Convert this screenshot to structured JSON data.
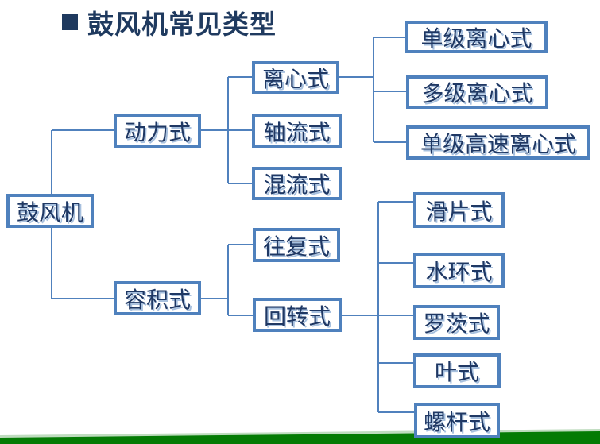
{
  "title": {
    "bullet": "■",
    "text": "鼓风机常见类型"
  },
  "tree": {
    "root": {
      "label": "鼓风机",
      "children": [
        {
          "label": "动力式",
          "children": [
            {
              "label": "离心式",
              "children": [
                {
                  "label": "单级离心式"
                },
                {
                  "label": "多级离心式"
                },
                {
                  "label": "单级高速离心式"
                }
              ]
            },
            {
              "label": "轴流式"
            },
            {
              "label": "混流式"
            }
          ]
        },
        {
          "label": "容积式",
          "children": [
            {
              "label": "往复式"
            },
            {
              "label": "回转式",
              "children": [
                {
                  "label": "滑片式"
                },
                {
                  "label": "水环式"
                },
                {
                  "label": "罗茨式"
                },
                {
                  "label": "叶式"
                },
                {
                  "label": "螺杆式"
                }
              ]
            }
          ]
        }
      ]
    }
  },
  "colors": {
    "box_border": "#4F81BD",
    "box_text": "#1F3864",
    "connector": "#5081BD",
    "title_text": "#1F3A5F",
    "footer_green": "#047B04",
    "footer_light_green": "#BFDCBF"
  }
}
